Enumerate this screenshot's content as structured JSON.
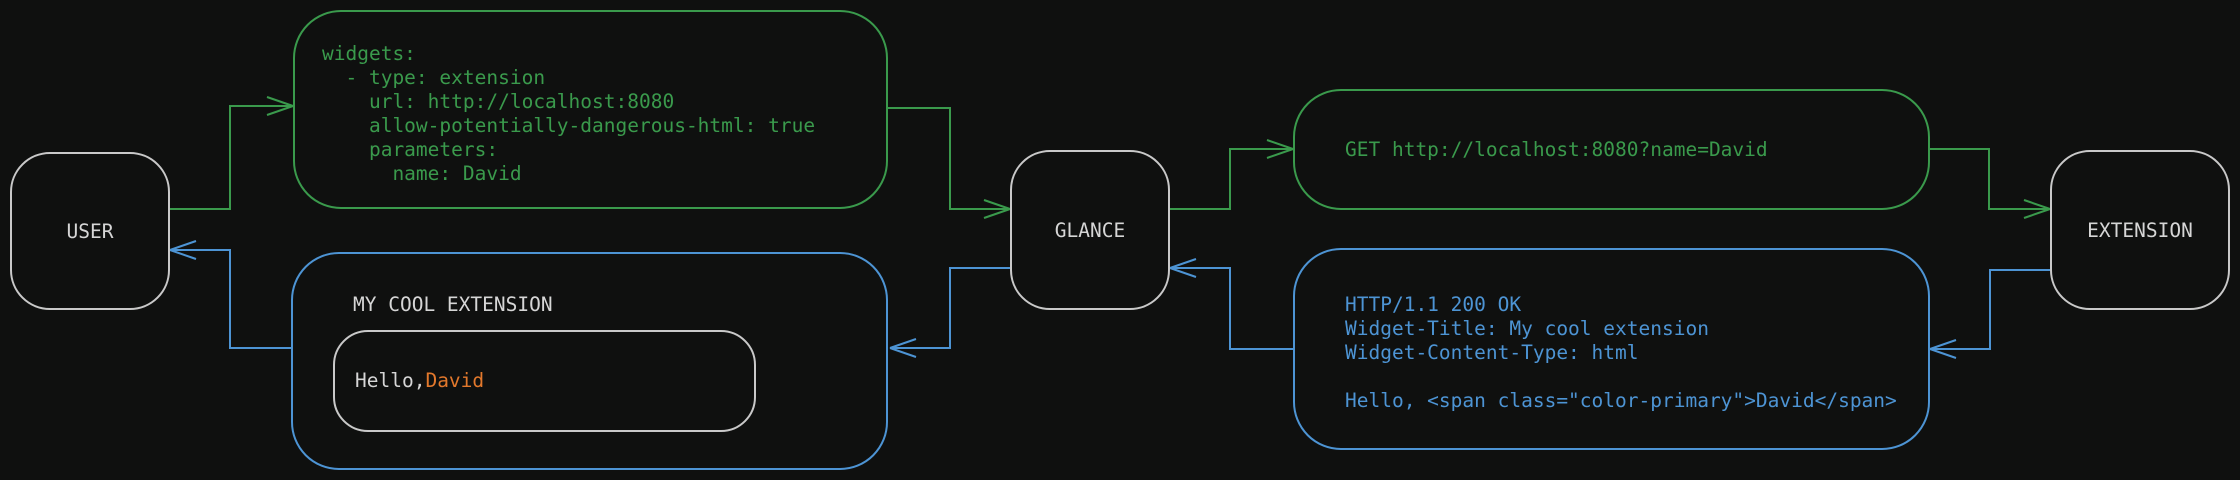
{
  "colors": {
    "bg": "#0f100f",
    "green": "#3a9a4c",
    "blue": "#4d94d4",
    "orange": "#e2782c",
    "node_border": "#c9c9c9",
    "text": "#d6d6d6"
  },
  "nodes": {
    "user": {
      "label": "USER"
    },
    "glance": {
      "label": "GLANCE"
    },
    "extension": {
      "label": "EXTENSION"
    }
  },
  "config_box": {
    "code": "widgets:\n  - type: extension\n    url: http://localhost:8080\n    allow-potentially-dangerous-html: true\n    parameters:\n      name: David"
  },
  "request_box": {
    "code": "GET http://localhost:8080?name=David"
  },
  "response_box": {
    "code": "HTTP/1.1 200 OK\nWidget-Title: My cool extension\nWidget-Content-Type: html\n\nHello, <span class=\"color-primary\">David</span>"
  },
  "widget_box": {
    "title": "MY COOL EXTENSION",
    "greeting_prefix": "Hello, ",
    "greeting_name": "David"
  }
}
